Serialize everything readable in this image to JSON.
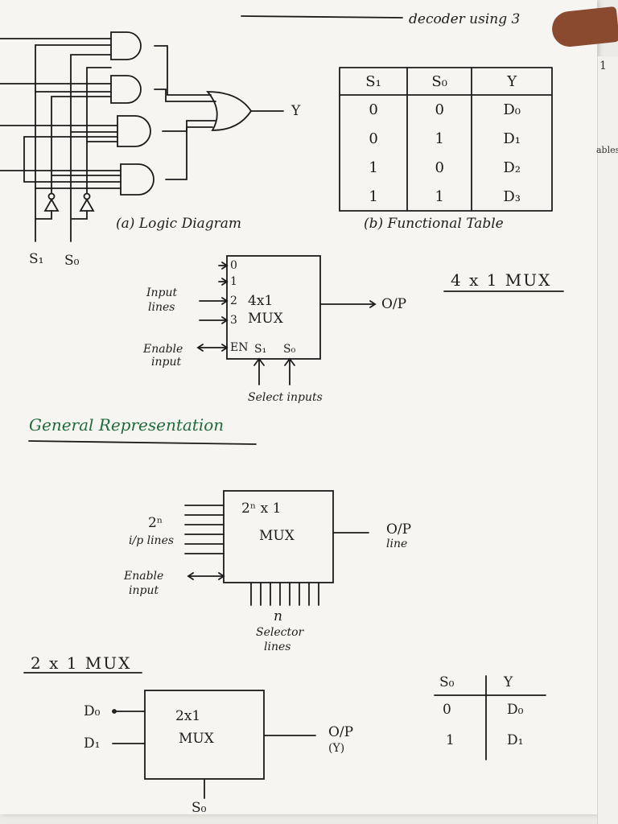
{
  "header": {
    "text": "decoder using 3"
  },
  "logic_diagram": {
    "caption": "(a) Logic Diagram",
    "output": "Y",
    "selects": [
      "S₁",
      "S₀"
    ]
  },
  "functional_table": {
    "caption": "(b) Functional Table",
    "headers": [
      "S₁",
      "S₀",
      "Y"
    ],
    "rows": [
      [
        "0",
        "0",
        "D₀"
      ],
      [
        "0",
        "1",
        "D₁"
      ],
      [
        "1",
        "0",
        "D₂"
      ],
      [
        "1",
        "1",
        "D₃"
      ]
    ]
  },
  "mux4": {
    "heading": "4 x 1  MUX",
    "inputs": [
      "0",
      "1",
      "2",
      "3"
    ],
    "title_line1": "4x1",
    "title_line2": "MUX",
    "en": "EN",
    "s1": "S₁",
    "s0": "S₀",
    "input_label_line1": "Input",
    "input_label_line2": "lines",
    "enable_label_line1": "Enable",
    "enable_label_line2": "input",
    "output_label": "O/P",
    "select_label": "Select inputs"
  },
  "general": {
    "heading": "General Representation",
    "box_line1": "2ⁿ x 1",
    "box_line2": "MUX",
    "inputs_label_line1": "2ⁿ",
    "inputs_label_line2": "i/p lines",
    "enable_label_line1": "Enable",
    "enable_label_line2": "input",
    "output_label_line1": "O/P",
    "output_label_line2": "line",
    "selector_label_line1": "n",
    "selector_label_line2": "Selector",
    "selector_label_line3": "lines"
  },
  "mux2": {
    "heading": "2 x 1  MUX",
    "in0": "D₀",
    "in1": "D₁",
    "box_line1": "2x1",
    "box_line2": "MUX",
    "output_line1": "O/P",
    "output_line2": "(Y)",
    "select": "S₀"
  },
  "table2": {
    "headers": [
      "S₀",
      "Y"
    ],
    "rows": [
      [
        "0",
        "D₀"
      ],
      [
        "1",
        "D₁"
      ]
    ]
  },
  "margin": {
    "tag1": "1",
    "tag2": "ables"
  }
}
